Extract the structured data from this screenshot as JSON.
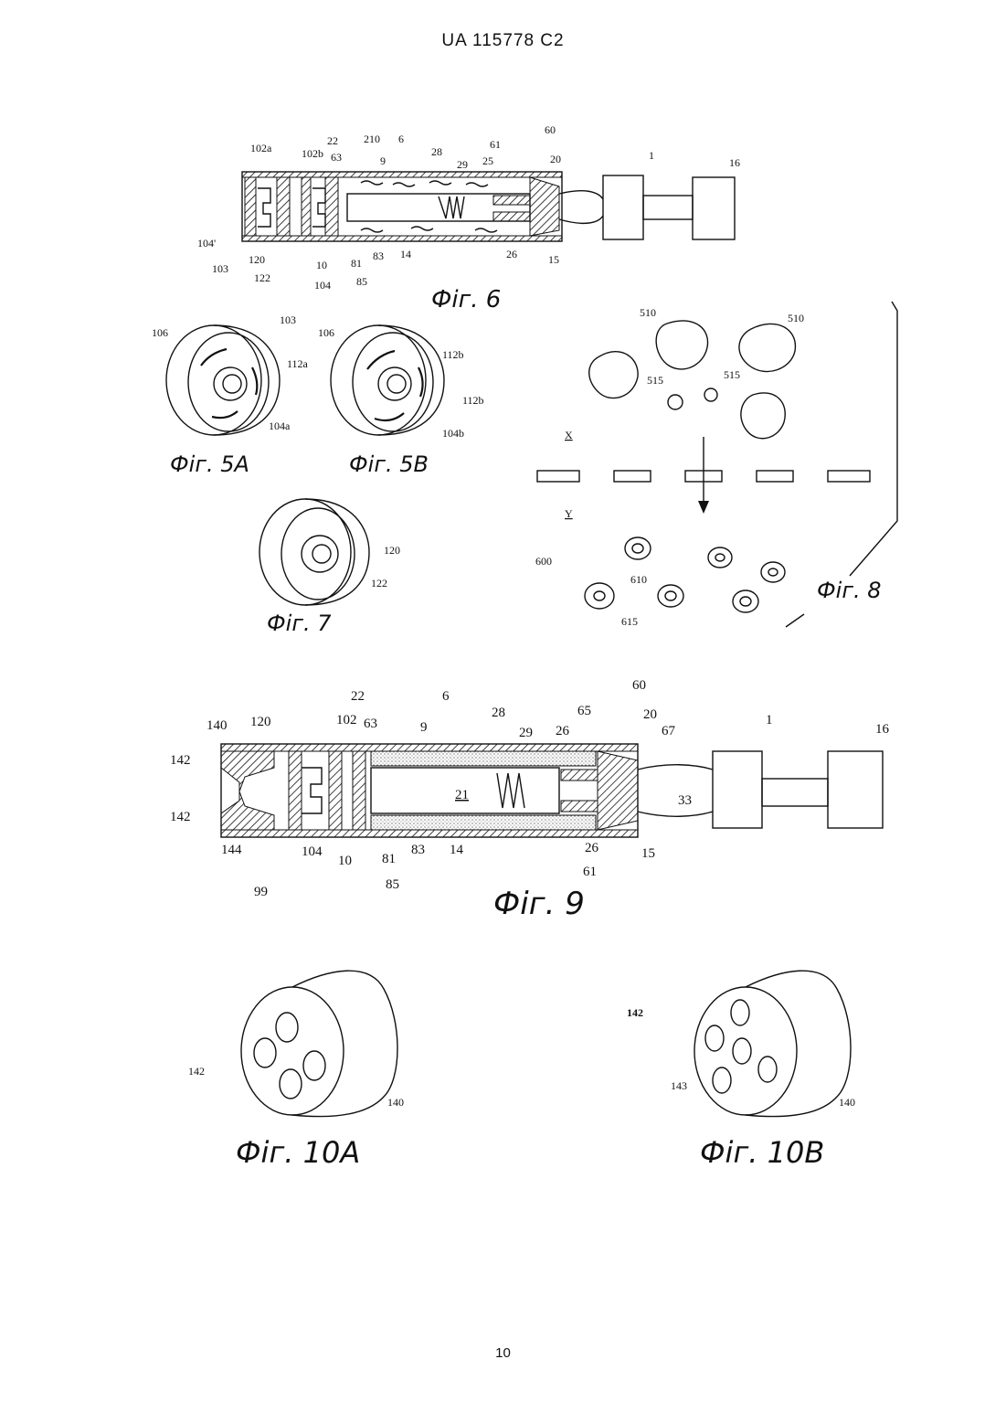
{
  "header": "UA   115778   C2",
  "page_number": "10",
  "figures": {
    "fig6": {
      "caption": "Фіг. 6",
      "labels": [
        "102a",
        "22",
        "210",
        "6",
        "28",
        "29",
        "25",
        "61",
        "60",
        "1",
        "16",
        "102b",
        "63",
        "9",
        "20",
        "104'",
        "103",
        "120",
        "122",
        "10",
        "81",
        "83",
        "14",
        "26",
        "15",
        "104",
        "85"
      ]
    },
    "fig5a": {
      "caption": "Фіг. 5A",
      "labels": [
        "106",
        "103",
        "112a",
        "104a"
      ]
    },
    "fig5b": {
      "caption": "Фіг. 5B",
      "labels": [
        "106",
        "112b",
        "112b",
        "104b"
      ]
    },
    "fig7": {
      "caption": "Фіг. 7",
      "labels": [
        "120",
        "122"
      ]
    },
    "fig8": {
      "caption": "Фіг. 8",
      "labels": [
        "510",
        "510",
        "515",
        "515",
        "X",
        "Y",
        "600",
        "610",
        "615"
      ]
    },
    "fig9": {
      "caption": "Фіг. 9",
      "labels": [
        "140",
        "120",
        "102",
        "63",
        "22",
        "6",
        "9",
        "28",
        "29",
        "26",
        "65",
        "60",
        "20",
        "67",
        "1",
        "16",
        "142",
        "142",
        "21",
        "33",
        "144",
        "104",
        "10",
        "81",
        "83",
        "14",
        "26",
        "61",
        "15",
        "85",
        "99"
      ]
    },
    "fig10a": {
      "caption": "Фіг. 10A",
      "labels": [
        "142",
        "140"
      ]
    },
    "fig10b": {
      "caption": "Фіг. 10B",
      "labels": [
        "142",
        "143",
        "140"
      ]
    }
  }
}
